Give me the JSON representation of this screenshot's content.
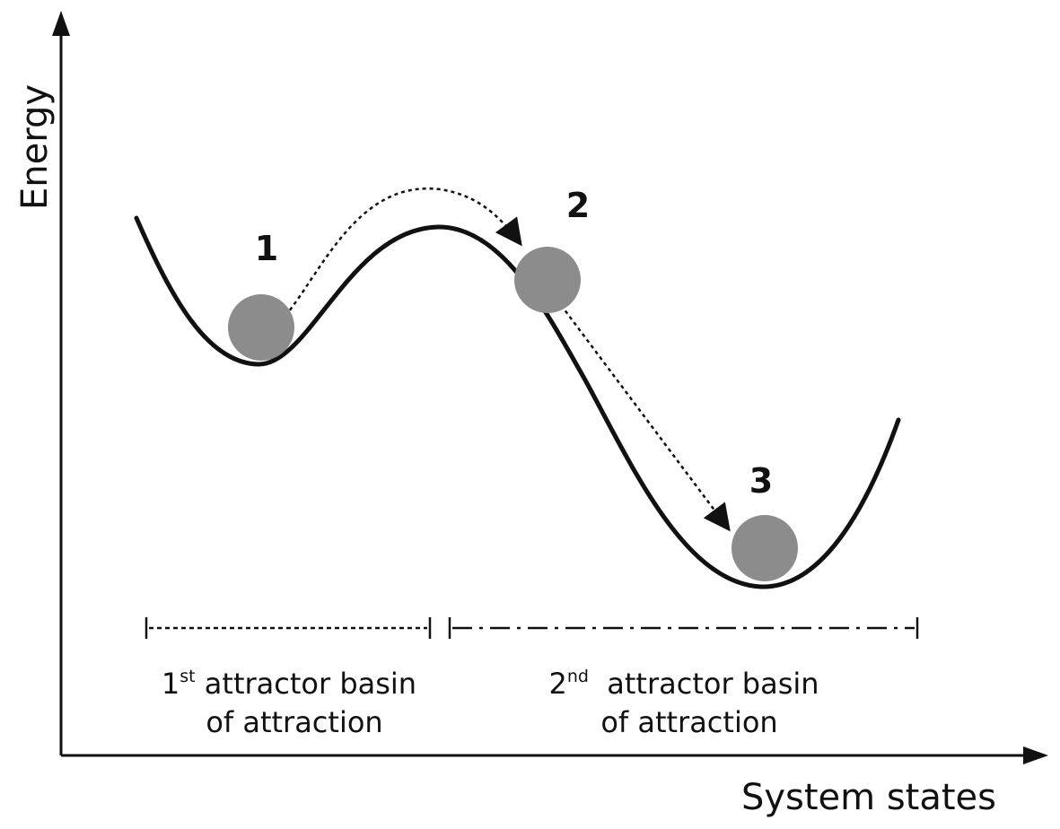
{
  "axes": {
    "y_label": "Energy",
    "x_label": "System states"
  },
  "states": [
    {
      "number": "1"
    },
    {
      "number": "2"
    },
    {
      "number": "3"
    }
  ],
  "basins": [
    {
      "line1_prefix": "1",
      "line1_sup": "st",
      "line1_suffix": " attractor basin",
      "line2": "of attraction",
      "line_style": "dotted"
    },
    {
      "line1_prefix": "2",
      "line1_sup": "nd",
      "line1_suffix": "  attractor basin",
      "line2": "of attraction",
      "line_style": "dash-dot"
    }
  ],
  "colors": {
    "ink": "#111111",
    "ball": "#8c8c8c",
    "background": "#ffffff"
  }
}
